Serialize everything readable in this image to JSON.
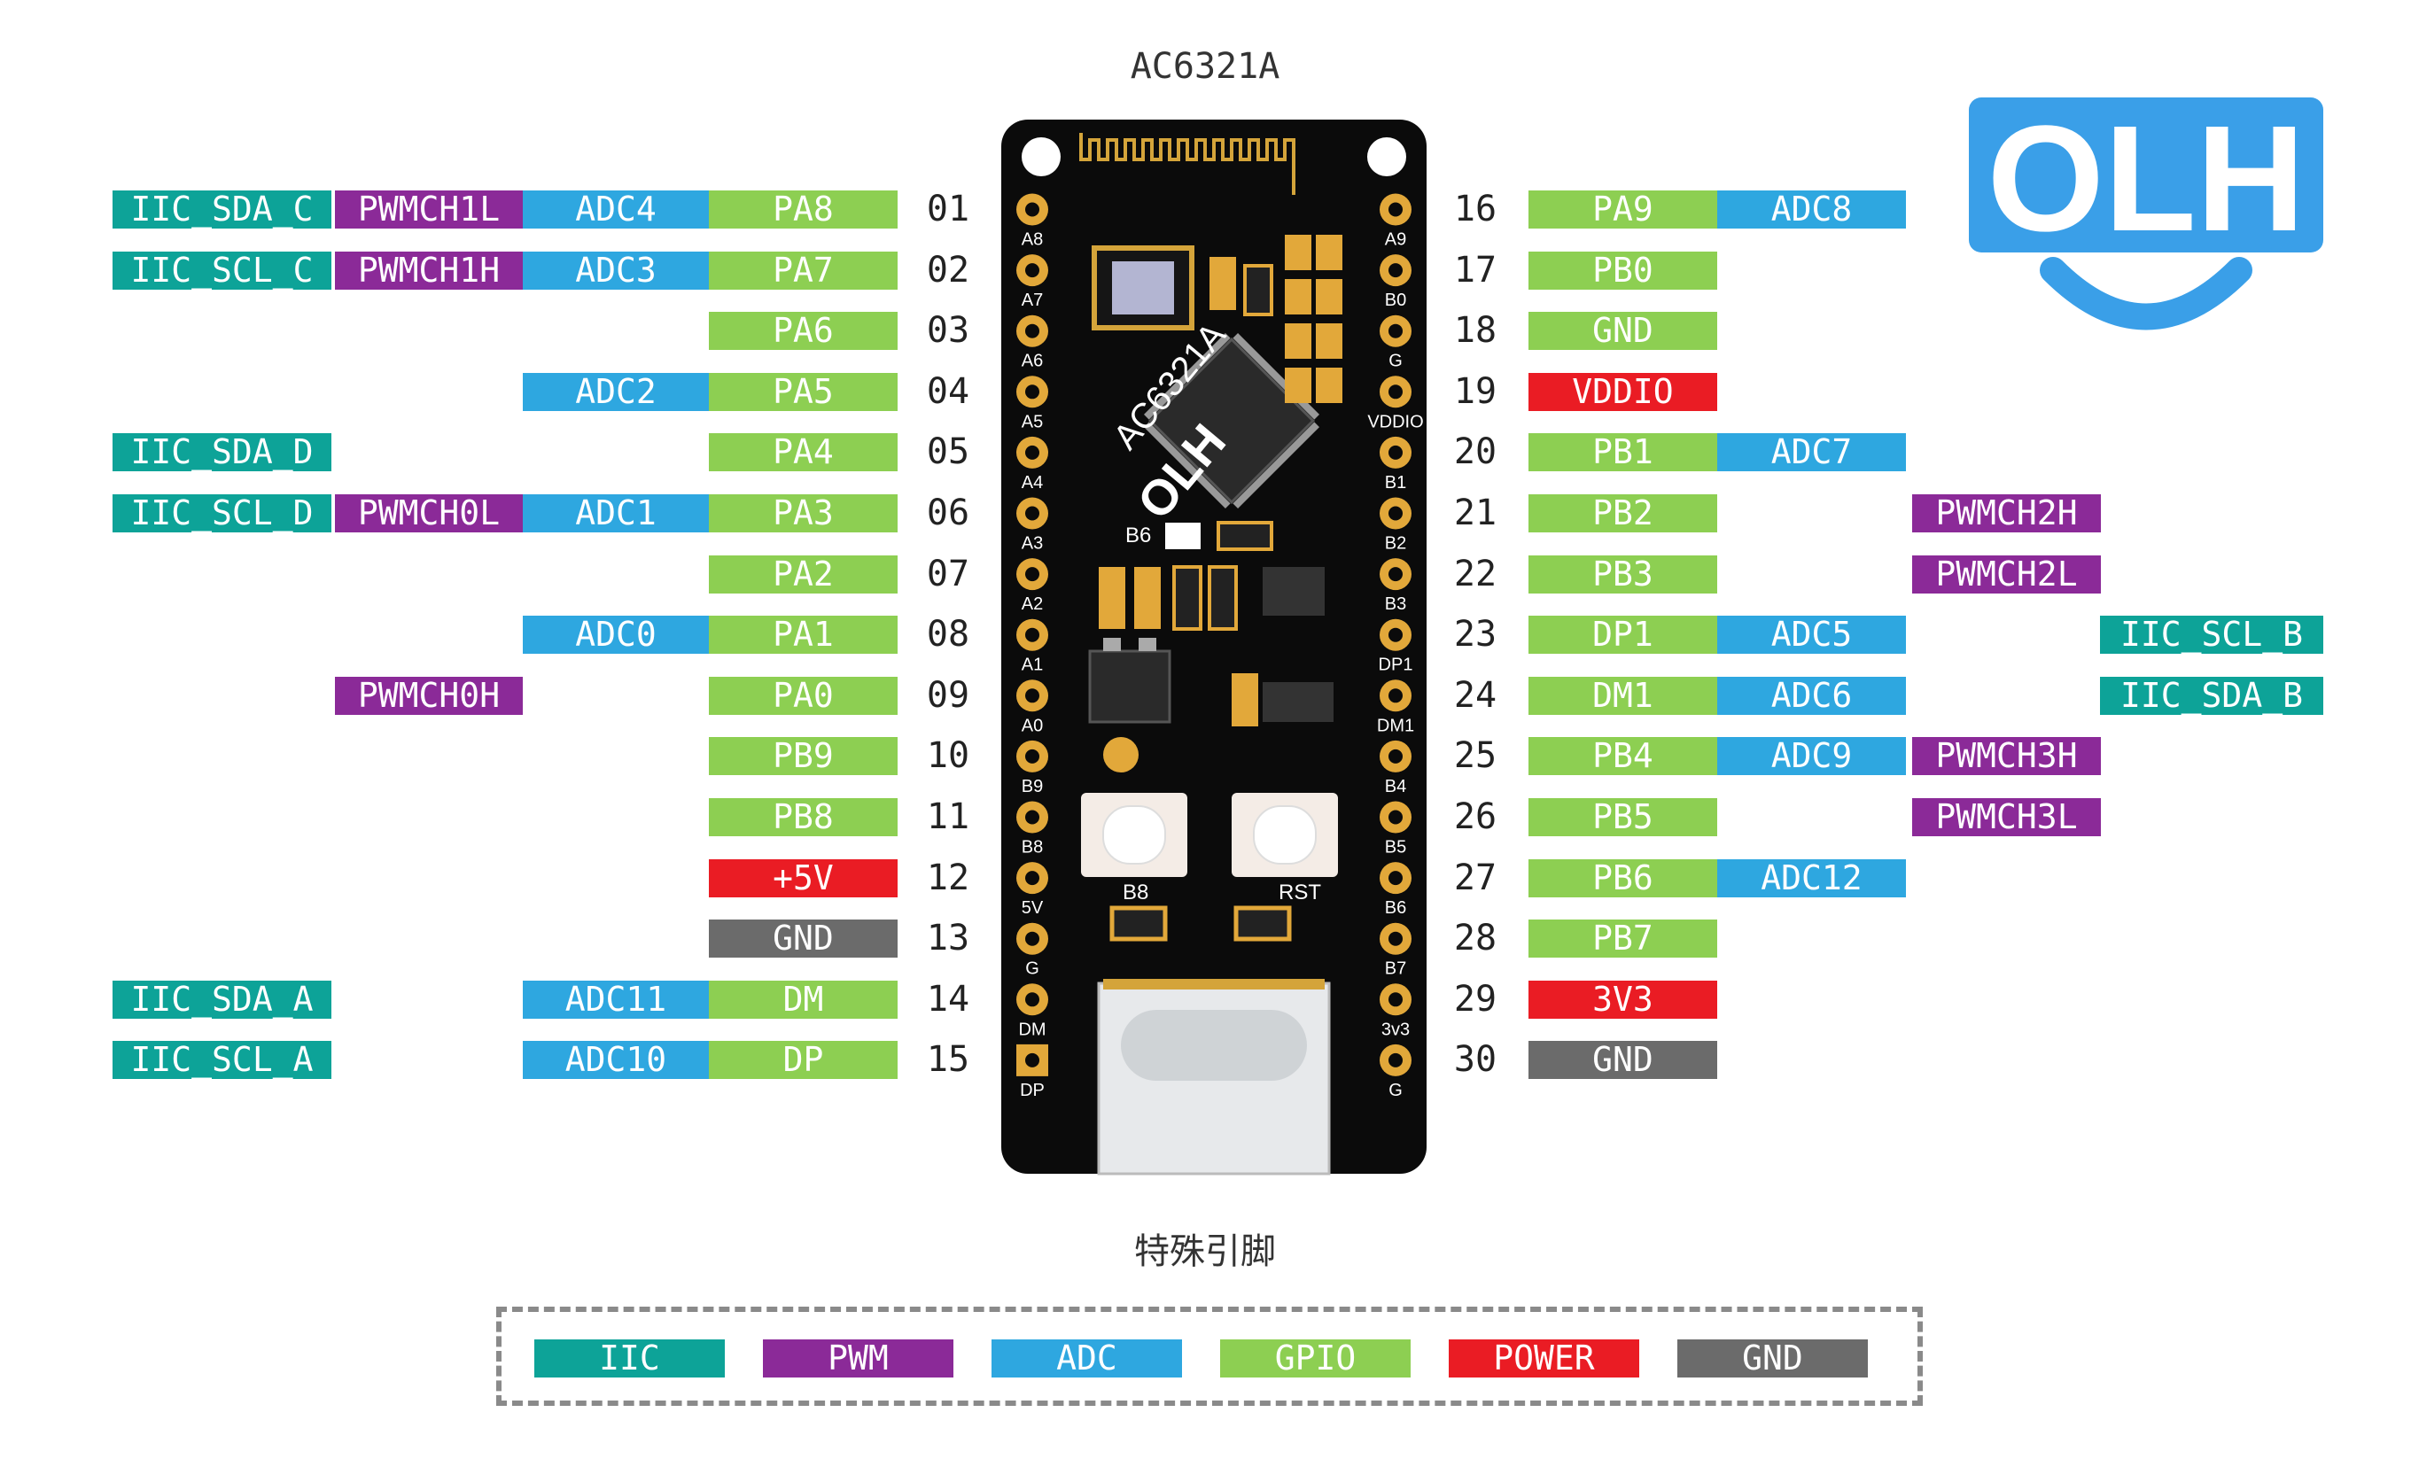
{
  "title": "AC6321A",
  "legend_title": "特殊引脚",
  "colors": {
    "IIC": "#0da398",
    "PWM": "#8b2a98",
    "ADC": "#2ea7e0",
    "GPIO": "#8dcf52",
    "POWER": "#ea1c24",
    "GND": "#6b6b6b"
  },
  "legend": [
    {
      "label": "IIC",
      "type": "IIC"
    },
    {
      "label": "PWM",
      "type": "PWM"
    },
    {
      "label": "ADC",
      "type": "ADC"
    },
    {
      "label": "GPIO",
      "type": "GPIO"
    },
    {
      "label": "POWER",
      "type": "POWER"
    },
    {
      "label": "GND",
      "type": "GND"
    }
  ],
  "logo": {
    "text": "OLH",
    "color": "#3a9fe8"
  },
  "board": {
    "chip_text": "AC6321A",
    "brand_text": "OLH",
    "left_silk": [
      "A8",
      "A7",
      "A6",
      "A5",
      "A4",
      "A3",
      "A2",
      "A1",
      "A0",
      "B9",
      "B8",
      "5V",
      "G",
      "DM",
      "DP"
    ],
    "right_silk": [
      "A9",
      "B0",
      "G",
      "VDDIO",
      "B1",
      "B2",
      "B3",
      "DP1",
      "DM1",
      "B4",
      "B5",
      "B6",
      "B7",
      "3v3",
      "G"
    ],
    "button_labels": [
      "B8",
      "RST"
    ],
    "b6_label": "B6"
  },
  "left_pins": [
    {
      "num": "01",
      "IIC": "IIC_SDA_C",
      "PWM": "PWMCH1L",
      "ADC": "ADC4",
      "PIN": "PA8",
      "PIN_TYPE": "GPIO"
    },
    {
      "num": "02",
      "IIC": "IIC_SCL_C",
      "PWM": "PWMCH1H",
      "ADC": "ADC3",
      "PIN": "PA7",
      "PIN_TYPE": "GPIO"
    },
    {
      "num": "03",
      "PIN": "PA6",
      "PIN_TYPE": "GPIO"
    },
    {
      "num": "04",
      "ADC": "ADC2",
      "PIN": "PA5",
      "PIN_TYPE": "GPIO"
    },
    {
      "num": "05",
      "IIC": "IIC_SDA_D",
      "PIN": "PA4",
      "PIN_TYPE": "GPIO"
    },
    {
      "num": "06",
      "IIC": "IIC_SCL_D",
      "PWM": "PWMCH0L",
      "ADC": "ADC1",
      "PIN": "PA3",
      "PIN_TYPE": "GPIO"
    },
    {
      "num": "07",
      "PIN": "PA2",
      "PIN_TYPE": "GPIO"
    },
    {
      "num": "08",
      "ADC": "ADC0",
      "PIN": "PA1",
      "PIN_TYPE": "GPIO"
    },
    {
      "num": "09",
      "PWM": "PWMCH0H",
      "PIN": "PA0",
      "PIN_TYPE": "GPIO"
    },
    {
      "num": "10",
      "PIN": "PB9",
      "PIN_TYPE": "GPIO"
    },
    {
      "num": "11",
      "PIN": "PB8",
      "PIN_TYPE": "GPIO"
    },
    {
      "num": "12",
      "PIN": "+5V",
      "PIN_TYPE": "POWER"
    },
    {
      "num": "13",
      "PIN": "GND",
      "PIN_TYPE": "GND"
    },
    {
      "num": "14",
      "IIC": "IIC_SDA_A",
      "ADC": "ADC11",
      "PIN": "DM",
      "PIN_TYPE": "GPIO"
    },
    {
      "num": "15",
      "IIC": "IIC_SCL_A",
      "ADC": "ADC10",
      "PIN": "DP",
      "PIN_TYPE": "GPIO"
    }
  ],
  "right_pins": [
    {
      "num": "16",
      "PIN": "PA9",
      "PIN_TYPE": "GPIO",
      "ADC": "ADC8"
    },
    {
      "num": "17",
      "PIN": "PB0",
      "PIN_TYPE": "GPIO"
    },
    {
      "num": "18",
      "PIN": "GND",
      "PIN_TYPE": "GPIO"
    },
    {
      "num": "19",
      "PIN": "VDDIO",
      "PIN_TYPE": "POWER"
    },
    {
      "num": "20",
      "PIN": "PB1",
      "PIN_TYPE": "GPIO",
      "ADC": "ADC7"
    },
    {
      "num": "21",
      "PIN": "PB2",
      "PIN_TYPE": "GPIO",
      "PWM": "PWMCH2H"
    },
    {
      "num": "22",
      "PIN": "PB3",
      "PIN_TYPE": "GPIO",
      "PWM": "PWMCH2L"
    },
    {
      "num": "23",
      "PIN": "DP1",
      "PIN_TYPE": "GPIO",
      "ADC": "ADC5",
      "IIC": "IIC_SCL_B"
    },
    {
      "num": "24",
      "PIN": "DM1",
      "PIN_TYPE": "GPIO",
      "ADC": "ADC6",
      "IIC": "IIC_SDA_B"
    },
    {
      "num": "25",
      "PIN": "PB4",
      "PIN_TYPE": "GPIO",
      "ADC": "ADC9",
      "PWM": "PWMCH3H"
    },
    {
      "num": "26",
      "PIN": "PB5",
      "PIN_TYPE": "GPIO",
      "PWM": "PWMCH3L"
    },
    {
      "num": "27",
      "PIN": "PB6",
      "PIN_TYPE": "GPIO",
      "ADC": "ADC12"
    },
    {
      "num": "28",
      "PIN": "PB7",
      "PIN_TYPE": "GPIO"
    },
    {
      "num": "29",
      "PIN": "3V3",
      "PIN_TYPE": "POWER"
    },
    {
      "num": "30",
      "PIN": "GND",
      "PIN_TYPE": "GND"
    }
  ]
}
